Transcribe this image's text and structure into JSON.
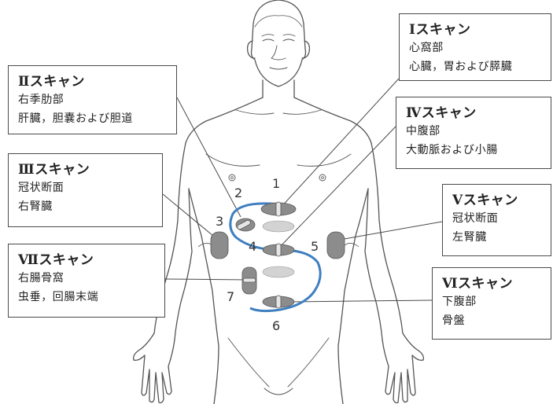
{
  "scans": [
    {
      "id": "I",
      "title": "Ⅰスキャン",
      "lines": [
        "心窩部",
        "心臓，胃および膵臓"
      ]
    },
    {
      "id": "II",
      "title": "Ⅱスキャン",
      "lines": [
        "右季肋部",
        "肝臓，胆嚢および胆道"
      ]
    },
    {
      "id": "III",
      "title": "Ⅲスキャン",
      "lines": [
        "冠状断面",
        "右腎臓"
      ]
    },
    {
      "id": "IV",
      "title": "Ⅳスキャン",
      "lines": [
        "中腹部",
        "大動脈および小腸"
      ]
    },
    {
      "id": "V",
      "title": "Ⅴスキャン",
      "lines": [
        "冠状断面",
        "左腎臓"
      ]
    },
    {
      "id": "VI",
      "title": "Ⅵスキャン",
      "lines": [
        "下腹部",
        "骨盤"
      ]
    },
    {
      "id": "VII",
      "title": "Ⅶスキャン",
      "lines": [
        "右腸骨窩",
        "虫垂，回腸末端"
      ]
    }
  ],
  "numbers": [
    "1",
    "2",
    "3",
    "4",
    "5",
    "6",
    "7"
  ],
  "colors": {
    "path": "#3f7fc0",
    "probe": "#8c8c8c",
    "probe_light": "#cfcfcf",
    "line": "#4a4a4a"
  }
}
